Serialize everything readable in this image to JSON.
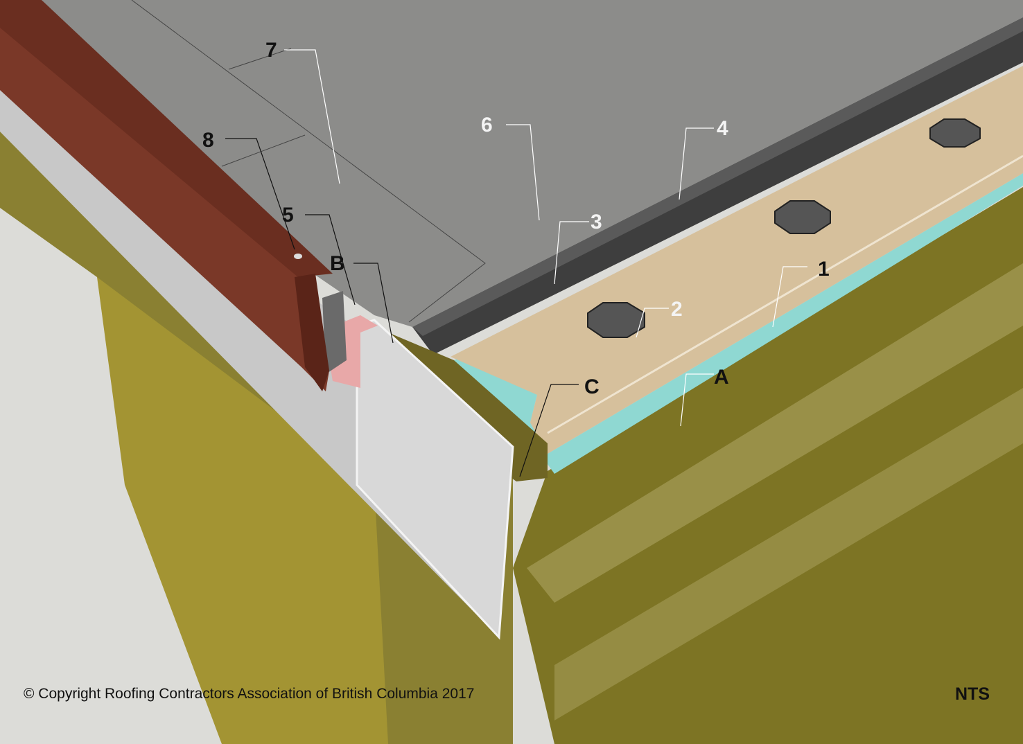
{
  "labels": {
    "l7": "7",
    "l8": "8",
    "l5": "5",
    "lB": "B",
    "l6": "6",
    "l4": "4",
    "l3": "3",
    "l2": "2",
    "l1": "1",
    "lA": "A",
    "lC": "C"
  },
  "copyright": "© Copyright Roofing Contractors Association of British Columbia 2017",
  "scale_note": "NTS",
  "colors": {
    "background": "#dcdcd8",
    "membrane": "#8c8c8a",
    "base_sheet": "#3e3e3e",
    "cover_board": "#d6c09c",
    "insulation_edge": "#8fd8d2",
    "wood": "#7d7424",
    "fascia": "#c8c8c8",
    "drip_edge": "#6a2e20"
  }
}
